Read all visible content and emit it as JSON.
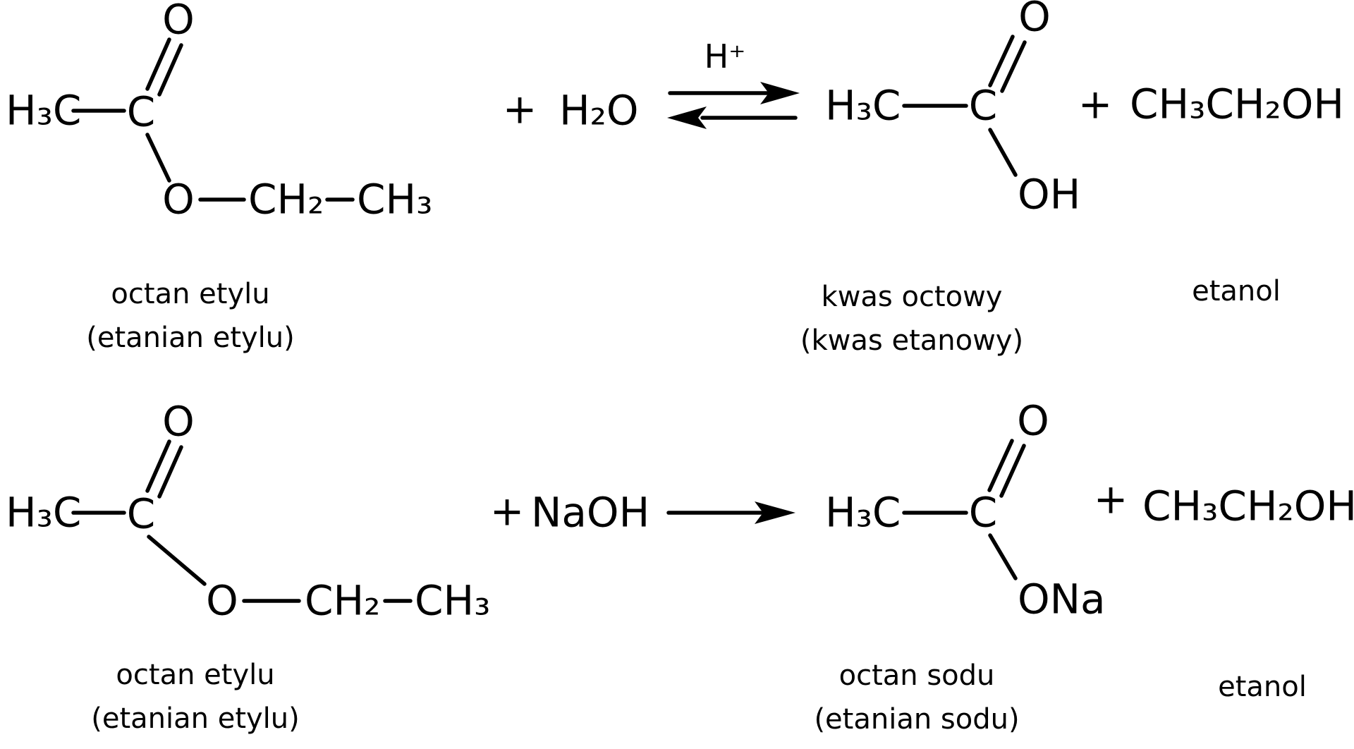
{
  "background": "#ffffff",
  "ink": "#000000",
  "reaction_hydrolysis": {
    "ester": {
      "h3c": "H₃C",
      "c": "C",
      "o_carbonyl": "O",
      "o_ester": "O",
      "ch2": "CH₂",
      "ch3": "CH₃"
    },
    "plus_reactants": "+",
    "water": "H₂O",
    "catalyst": "H⁺",
    "acid": {
      "h3c": "H₃C",
      "c": "C",
      "o_carbonyl": "O",
      "oh": "OH"
    },
    "plus_products": "+",
    "ethanol_formula": "CH₃CH₂OH",
    "label_ester_line1": "octan etylu",
    "label_ester_line2": "(etanian etylu)",
    "label_acid_line1": "kwas octowy",
    "label_acid_line2": "(kwas etanowy)",
    "label_ethanol": "etanol"
  },
  "reaction_saponification": {
    "ester": {
      "h3c": "H₃C",
      "c": "C",
      "o_carbonyl": "O",
      "o_ester": "O",
      "ch2": "CH₂",
      "ch3": "CH₃"
    },
    "plus_reactants": "+",
    "base": "NaOH",
    "salt": {
      "h3c": "H₃C",
      "c": "C",
      "o_carbonyl": "O",
      "ona": "ONa"
    },
    "plus_products": "+",
    "ethanol_formula": "CH₃CH₂OH",
    "label_ester_line1": "octan etylu",
    "label_ester_line2": "(etanian etylu)",
    "label_salt_line1": "octan sodu",
    "label_salt_line2": "(etanian sodu)",
    "label_ethanol": "etanol"
  }
}
